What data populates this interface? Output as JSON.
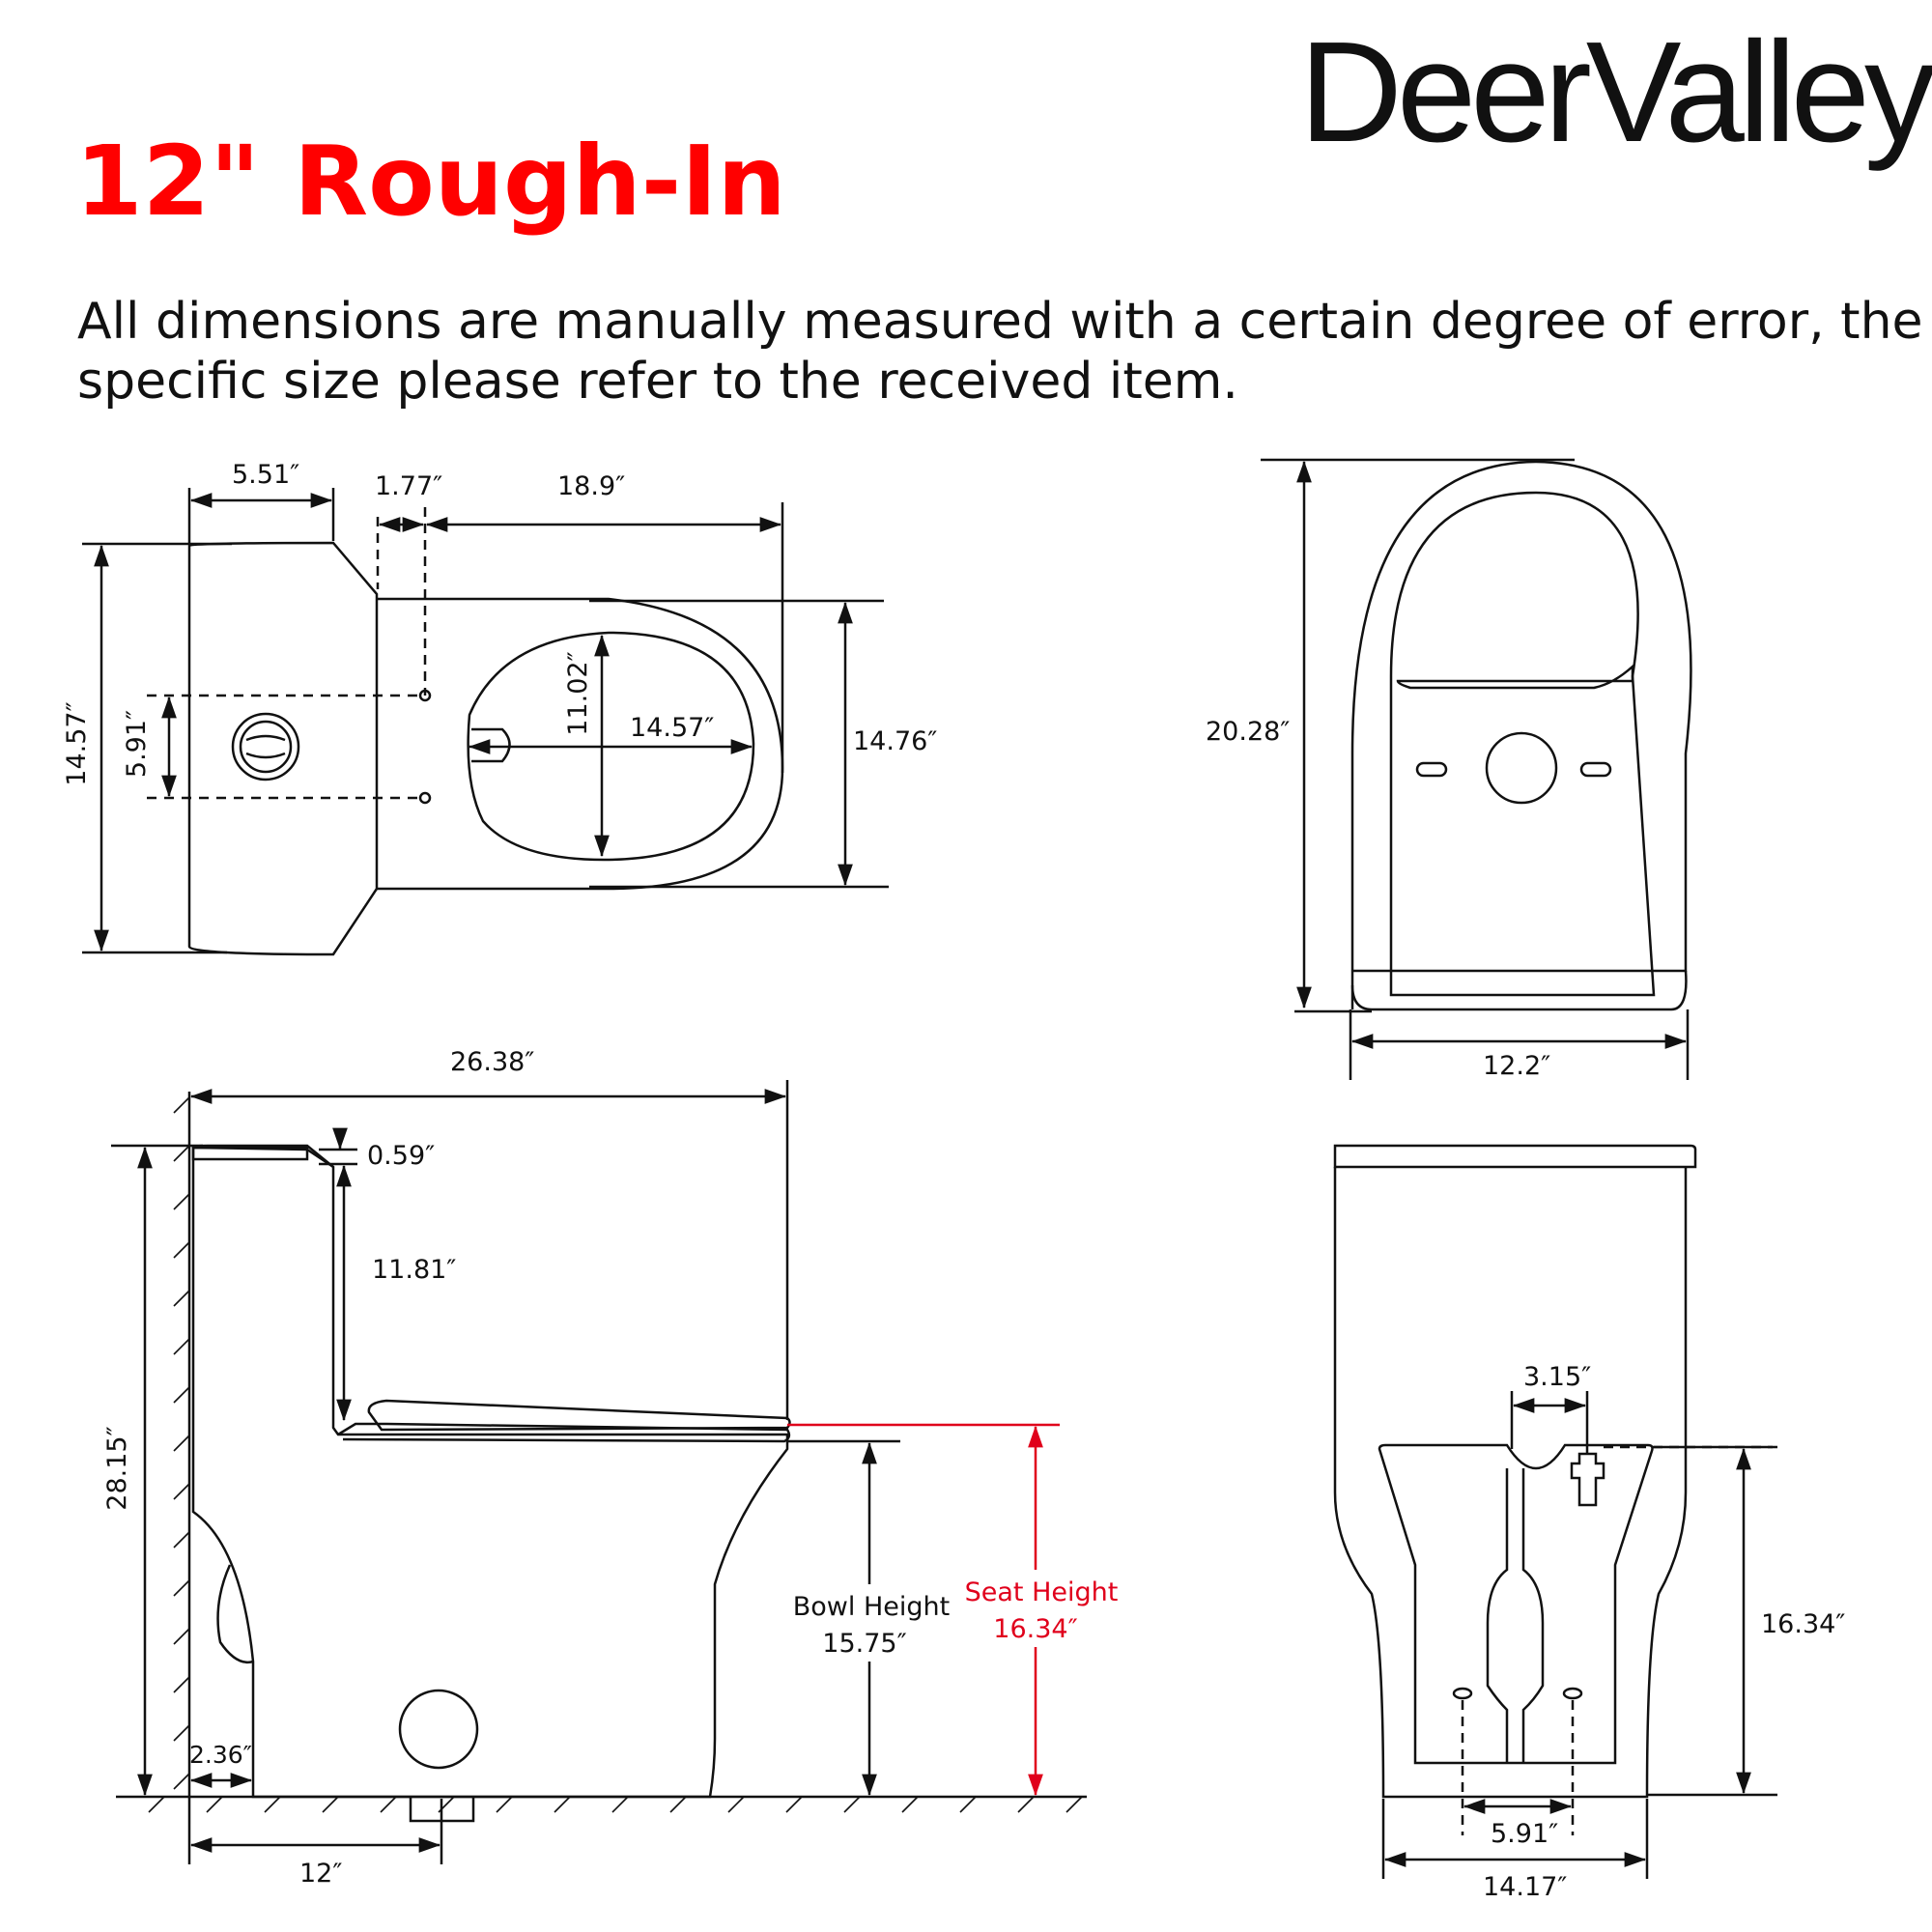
{
  "brand": {
    "name": "DeerValley",
    "mark": "®"
  },
  "title": "12\" Rough-In",
  "note": {
    "line1": "All dimensions are manually measured with a certain degree of error, the",
    "line2": "specific size please refer to the received item."
  },
  "dims": {
    "tank_depth": "5.51″",
    "gap": "1.77″",
    "bowl_length": "18.9″",
    "overall_width": "14.57″",
    "hole_spacing": "5.91″",
    "opening_width": "11.02″",
    "opening_length": "14.57″",
    "bowl_width": "14.76″",
    "seat_depth": "20.28″",
    "base_width": "12.2″",
    "overall_length": "26.38″",
    "tank_lid": "0.59″",
    "tank_to_seat": "11.81″",
    "overall_height": "28.15″",
    "wall_gap": "2.36″",
    "rough_in": "12″",
    "bowl_height_label": "Bowl Height",
    "bowl_height": "15.75″",
    "seat_height_label": "Seat Height",
    "seat_height": "16.34″",
    "supply_offset": "3.15″",
    "supply_height": "16.34″",
    "bolt_spacing": "5.91″",
    "front_width": "14.17″"
  },
  "colors": {
    "title": "#ff0000",
    "line": "#111111",
    "seat_height": "#e0001b"
  }
}
